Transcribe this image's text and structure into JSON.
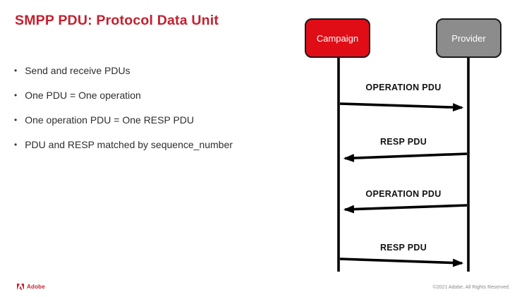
{
  "slide": {
    "title": "SMPP PDU: Protocol Data Unit",
    "title_color": "#C5202E",
    "bullet_char": "•",
    "bullets": [
      "Send and receive PDUs",
      "One PDU = One operation",
      "One operation PDU = One RESP PDU",
      "PDU and RESP matched by sequence_number"
    ]
  },
  "diagram": {
    "actors": [
      {
        "label": "Campaign",
        "color": "#E00D17"
      },
      {
        "label": "Provider",
        "color": "#8C8C8C"
      }
    ],
    "lifeline_color": "#000000",
    "messages": [
      {
        "label": "OPERATION PDU",
        "from": "Campaign",
        "to": "Provider",
        "direction": "right"
      },
      {
        "label": "RESP PDU",
        "from": "Provider",
        "to": "Campaign",
        "direction": "left"
      },
      {
        "label": "OPERATION PDU",
        "from": "Provider",
        "to": "Campaign",
        "direction": "left"
      },
      {
        "label": "RESP PDU",
        "from": "Campaign",
        "to": "Provider",
        "direction": "right"
      }
    ]
  },
  "footer": {
    "brand": "Adobe",
    "copyright": "©2021 Adobe. All Rights Reserved."
  }
}
